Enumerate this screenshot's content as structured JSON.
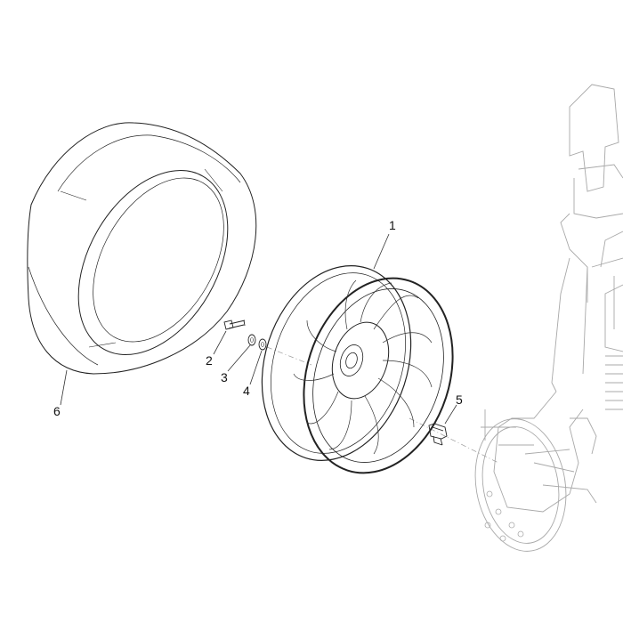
{
  "diagram": {
    "type": "exploded parts diagram",
    "callouts": [
      {
        "id": "1",
        "label": "1",
        "part": "wheel-rim"
      },
      {
        "id": "2",
        "label": "2",
        "part": "bolt"
      },
      {
        "id": "3",
        "label": "3",
        "part": "washer"
      },
      {
        "id": "4",
        "label": "4",
        "part": "spacer-washer"
      },
      {
        "id": "5",
        "label": "5",
        "part": "screw"
      },
      {
        "id": "6",
        "label": "6",
        "part": "tyre"
      }
    ]
  }
}
